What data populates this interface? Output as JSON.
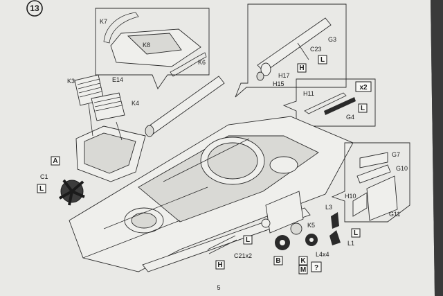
{
  "step": {
    "number": "13"
  },
  "page": {
    "number": "5"
  },
  "colors": {
    "paper": "#e9e9e6",
    "ink": "#1b1b1b",
    "shadow": "#3a3a3a"
  },
  "callouts": {
    "k7": "K7",
    "k8": "K8",
    "k6": "K6",
    "k3": "K3",
    "e14": "E14",
    "k4": "K4",
    "g3": "G3",
    "c23": "C23",
    "h17": "H17",
    "h15": "H15",
    "h_top": "H",
    "l_top": "L",
    "x2": "x2",
    "h11": "H11",
    "g4": "G4",
    "l_x2": "L",
    "a": "A",
    "c1": "C1",
    "l_left": "L",
    "g7": "G7",
    "g10": "G10",
    "h10": "H10",
    "g11": "G11",
    "l3": "L3",
    "l_right": "L",
    "l1": "L1",
    "k5": "K5",
    "b": "B",
    "l4x4": "L4x4",
    "k": "K",
    "m": "M",
    "q": "?",
    "l_bottom": "L",
    "c21x2": "C21x2",
    "h_bottom": "H"
  }
}
